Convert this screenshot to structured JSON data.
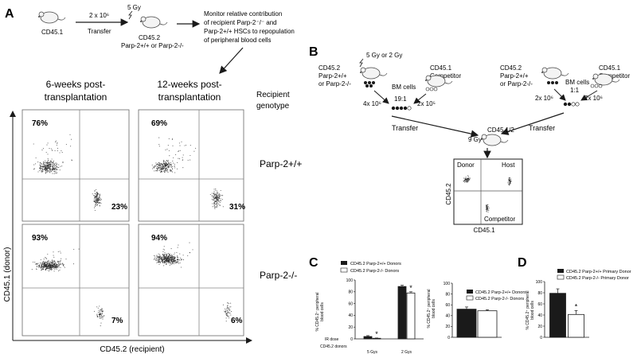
{
  "panel_a": {
    "letter": "A",
    "dose": "5 Gy",
    "donor_cells": "2 x 10⁶",
    "transfer": "Transfer",
    "donor_mouse": "CD45.1",
    "recipient_mouse_line1": "CD45.2",
    "recipient_mouse_line2": "Parp-2+/+ or Parp-2-/-",
    "monitor_line1": "Monitor relative contribution",
    "monitor_line2": "of recipient Parp-2⁻/⁻ and",
    "monitor_line3": "Parp-2+/+ HSCs to repopulation",
    "monitor_line4": "of peripheral blood cells",
    "col1_line1": "6-weeks post-",
    "col1_line2": "transplantation",
    "col2_line1": "12-weeks post-",
    "col2_line2": "transplantation",
    "recipient_line1": "Recipient",
    "recipient_line2": "genotype",
    "genotype_wt": "Parp-2+/+",
    "genotype_ko": "Parp-2-/-",
    "y_axis": "CD45.1 (donor)",
    "x_axis": "CD45.2 (recipient)",
    "plots": [
      {
        "top": "76%",
        "bottom": "23%"
      },
      {
        "top": "69%",
        "bottom": "31%"
      },
      {
        "top": "93%",
        "bottom": "7%"
      },
      {
        "top": "94%",
        "bottom": "6%"
      }
    ]
  },
  "panel_b": {
    "letter": "B",
    "dose": "5 Gy or 2 Gy",
    "left_donor_line1": "CD45.2",
    "left_donor_line2": "Parp-2+/+",
    "left_donor_line3": "or Parp-2-/-",
    "competitor_line1": "CD45.1",
    "competitor_line2": "Competitor",
    "bm_cells": "BM cells",
    "ratio_left": "19:1",
    "count_left_a": "4x 10⁶",
    "count_left_b": "2x 10⁵",
    "right_donor_line1": "CD45.2",
    "right_donor_line2": "Parp-2+/+",
    "right_donor_line3": "or Parp-2-/-",
    "ratio_right": "1:1",
    "count_right_a": "2x 10⁶",
    "count_right_b": "2x 10⁶",
    "transfer_left": "Transfer",
    "transfer_right": "Transfer",
    "recipient_dose": "9 Gy",
    "recipient": "CD45.1/2",
    "quad_donor": "Donor",
    "quad_host": "Host",
    "quad_competitor": "Competitor",
    "quad_y": "CD45.2",
    "quad_x": "CD45.1"
  },
  "panel_c": {
    "letter": "C",
    "legend_wt": "CD45.2 Parp-2+/+ Donors",
    "legend_ko": "CD45.2 Parp-2-/- Donors",
    "ylabel_line1": "% CD45.2⁺ peripheral",
    "ylabel_line2": "blood cells",
    "row_ir": "IR dose",
    "row_donors": "CD45.2 donors",
    "star": "*"
  },
  "panel_d": {
    "letter": "D",
    "legend_wt": "CD45.2 Parp-2+/+ Primary Donor",
    "legend_ko": "CD45.2 Parp-2-/- Primary Donor",
    "ylabel_line1": "% CD45.2⁺ peripheral",
    "ylabel_line2": "blood cells",
    "star": "*"
  },
  "chart_data": [
    {
      "type": "bar",
      "categories": [
        "5 Gys",
        "2 Gys"
      ],
      "series": [
        {
          "name": "CD45.2 Parp-2+/+ Donors",
          "values": [
            4,
            89
          ],
          "errors": [
            1.5,
            2
          ]
        },
        {
          "name": "CD45.2 Parp-2-/- Donors",
          "values": [
            1,
            78
          ],
          "errors": [
            0.5,
            2
          ]
        }
      ],
      "yticks": [
        0,
        20,
        40,
        60,
        80,
        100
      ],
      "ylim": [
        0,
        100
      ],
      "ylabel": "% CD45.2⁺ peripheral blood cells",
      "significance": [
        "*",
        "*"
      ]
    },
    {
      "type": "bar",
      "categories": [
        ""
      ],
      "series": [
        {
          "name": "CD45.2 Parp-2+/+ Donors",
          "values": [
            52
          ],
          "errors": [
            4
          ]
        },
        {
          "name": "CD45.2 Parp-2-/- Donors",
          "values": [
            49
          ],
          "errors": [
            2
          ]
        }
      ],
      "yticks": [
        0,
        20,
        40,
        60,
        80,
        100
      ],
      "ylim": [
        0,
        100
      ],
      "ylabel": "% CD45.2⁺ peripheral blood cells"
    },
    {
      "type": "bar",
      "categories": [
        ""
      ],
      "series": [
        {
          "name": "CD45.2 Parp-2+/+ Primary Donor",
          "values": [
            79
          ],
          "errors": [
            8
          ]
        },
        {
          "name": "CD45.2 Parp-2-/- Primary Donor",
          "values": [
            41
          ],
          "errors": [
            7
          ]
        }
      ],
      "yticks": [
        0,
        20,
        40,
        60,
        80,
        100
      ],
      "ylim": [
        0,
        100
      ],
      "ylabel": "% CD45.2⁺ peripheral blood cells",
      "significance": [
        "*"
      ]
    }
  ]
}
